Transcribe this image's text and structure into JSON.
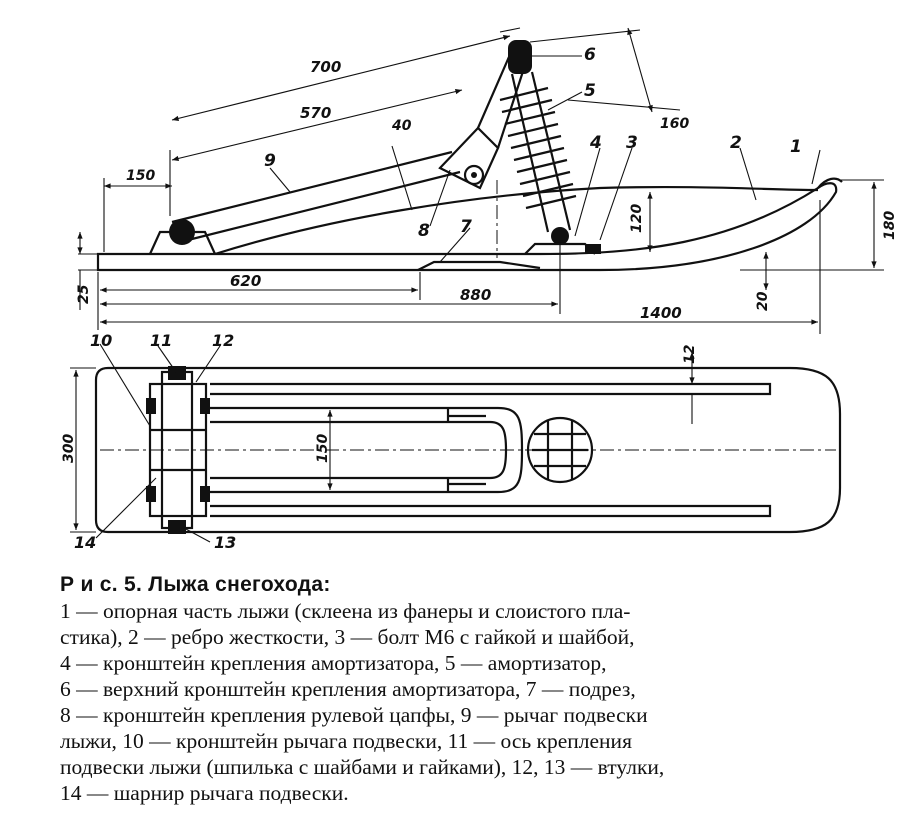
{
  "dimensions": {
    "d700": "700",
    "d570": "570",
    "d40": "40",
    "d160_top": "160",
    "d150_left": "150",
    "d120": "120",
    "d180": "180",
    "d25": "25",
    "d620": "620",
    "d880": "880",
    "d20": "20",
    "d1400": "1400",
    "d12": "12",
    "d300": "300",
    "d150_plan": "150"
  },
  "part_labels": {
    "p1": "1",
    "p2": "2",
    "p3": "3",
    "p4": "4",
    "p5": "5",
    "p6": "6",
    "p7": "7",
    "p8": "8",
    "p9": "9",
    "p10": "10",
    "p11": "11",
    "p12": "12",
    "p13": "13",
    "p14": "14"
  },
  "caption": {
    "title": "Р и с.  5.  Лыжа снегохода:",
    "lines": [
      "1 — опорная часть лыжи (склеена из фанеры и слоистого пла-",
      "стика), 2 — ребро жесткости, 3 — болт М6 с гайкой и шайбой,",
      "4 — кронштейн   крепления   амортизатора,   5 — амортизатор,",
      "6 — верхний кронштейн крепления амортизатора, 7 — подрез,",
      "8 — кронштейн крепления рулевой цапфы, 9 — рычаг подвески",
      "лыжи, 10 — кронштейн рычага подвески, 11 — ось крепления",
      "подвески лыжи (шпилька с шайбами и гайками), 12, 13 — втулки,",
      "14 — шарнир рычага подвески."
    ]
  }
}
